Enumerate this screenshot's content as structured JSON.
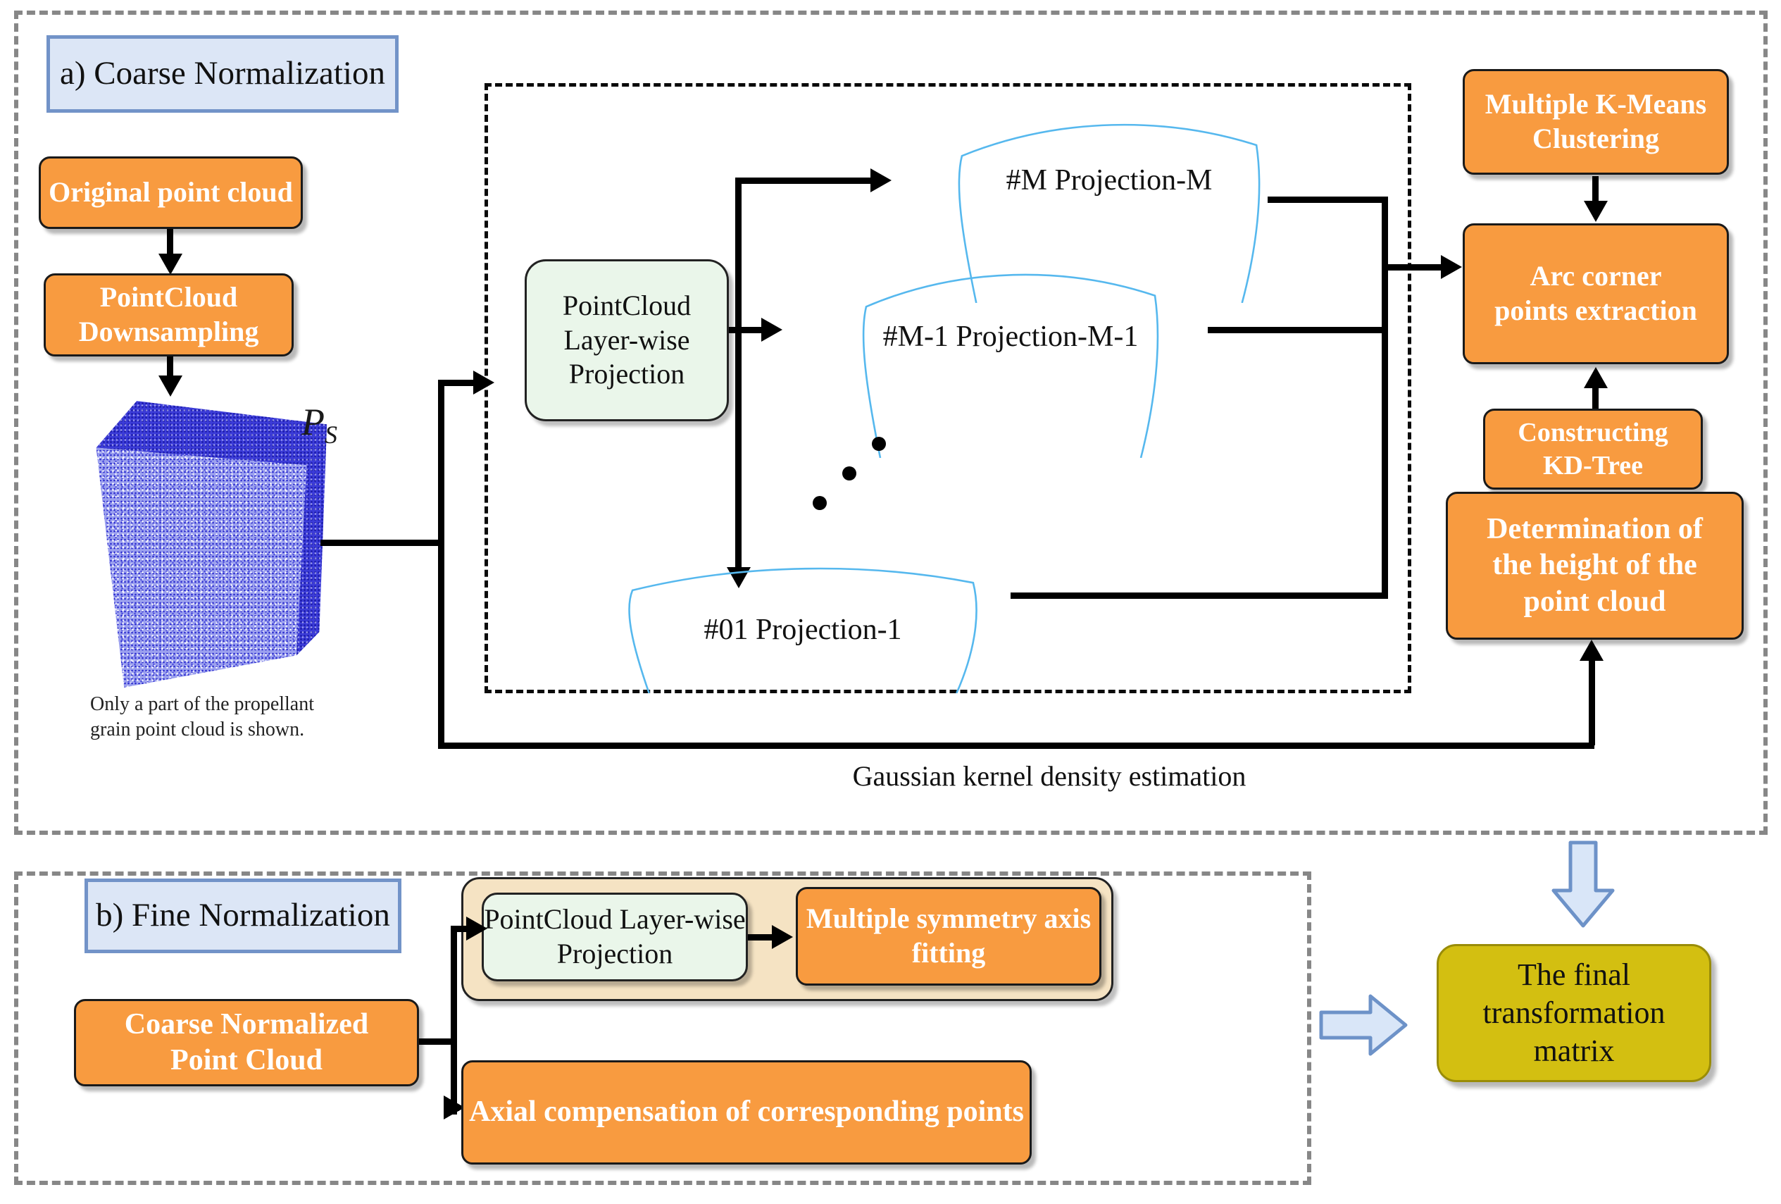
{
  "colors": {
    "orange_box": "#F89B40",
    "green_box": "#EAF6EA",
    "label_blue_bg": "#DCE6F6",
    "label_blue_border": "#7293C8",
    "tan_container": "#F5E3C3",
    "yellow_box": "#D3BF11",
    "arc_outline_blue": "#56B8EE",
    "point_cloud_blue": "#3C3CD8",
    "block_arrow_fill": "#D9E6F8",
    "block_arrow_border": "#6D92C8",
    "dashed_gray": "#878787"
  },
  "coarse": {
    "section_label": "a) Coarse Normalization",
    "original_point_cloud": "Original point cloud",
    "downsampling": "PointCloud\nDownsampling",
    "ps_main": "P",
    "ps_sub": "S",
    "cloud_caption": "Only a part of the propellant\ngrain point cloud is shown.",
    "layerwise_projection": "PointCloud\nLayer-wise\nProjection",
    "projection_m": "#M Projection-M",
    "projection_m1": "#M-1 Projection-M-1",
    "projection_1": "#01 Projection-1",
    "kmeans": "Multiple K-Means\nClustering",
    "arc_corner": "Arc corner\npoints extraction",
    "kdtree": "Constructing\nKD-Tree",
    "height_determination": "Determination of\nthe height of the\npoint cloud",
    "gaussian": "Gaussian kernel density estimation"
  },
  "fine": {
    "section_label": "b) Fine Normalization",
    "coarse_normalized": "Coarse Normalized\nPoint Cloud",
    "layerwise_projection": "PointCloud Layer-wise\nProjection",
    "symmetry_fitting": "Multiple symmetry axis\nfitting",
    "axial_compensation": "Axial compensation of corresponding points",
    "final_matrix": "The final\ntransformation\nmatrix"
  }
}
